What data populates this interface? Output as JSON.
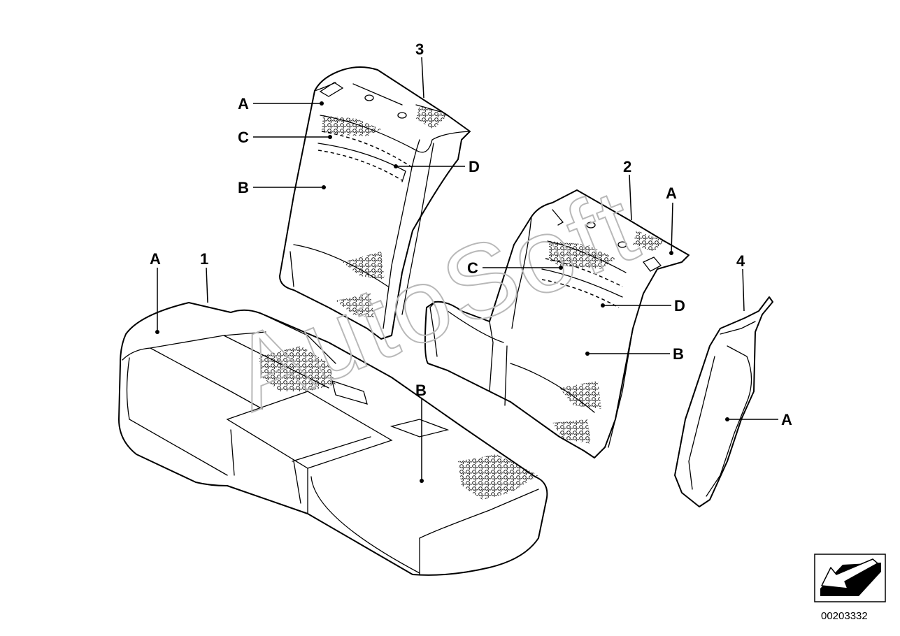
{
  "watermark": "AutoSoft",
  "document_number": "00203332",
  "labels": {
    "seat_cushion": "1",
    "backrest_right": "2",
    "backrest_left": "3",
    "side_bolster": "4",
    "cushion_a": "A",
    "cushion_b": "B",
    "left_back_a": "A",
    "left_back_b": "B",
    "left_back_c": "C",
    "left_back_d": "D",
    "right_back_a": "A",
    "right_back_b": "B",
    "right_back_c": "C",
    "right_back_d": "D",
    "bolster_a": "A"
  },
  "icons": {
    "corner_badge": "arrow-orientation-icon"
  },
  "colors": {
    "line": "#000000",
    "background": "#ffffff",
    "watermark": "#b8b8b8"
  }
}
